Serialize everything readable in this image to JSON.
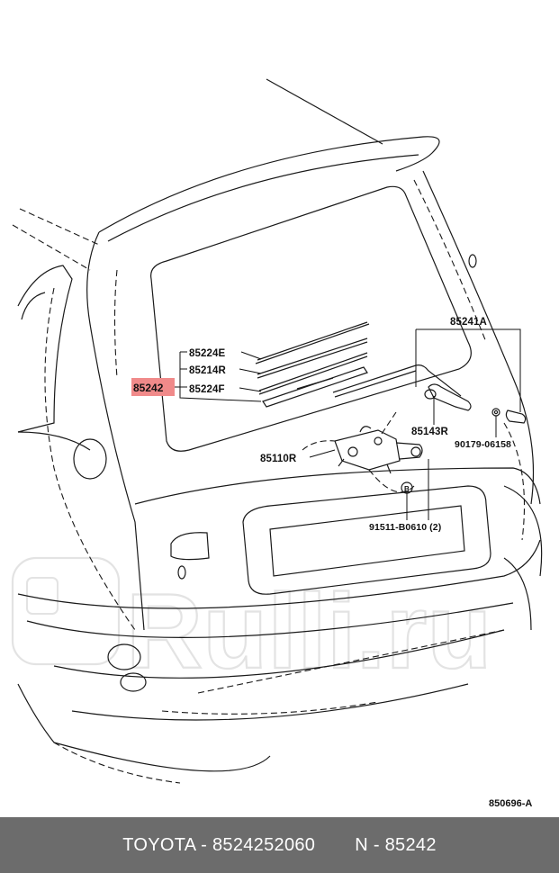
{
  "diagram": {
    "highlight_label": "85242",
    "labels": {
      "p85224E": "85224E",
      "p85214R": "85214R",
      "p85224F": "85224F",
      "p85241A": "85241A",
      "p85143R": "85143R",
      "p90179": "90179-06158",
      "p85110R": "85110R",
      "p91511": "91511-B0610 (2)",
      "callout_b": "B"
    },
    "reference_code": "850696-A",
    "watermark": "Rulli.ru",
    "highlight_color": "#f08a8a"
  },
  "footer": {
    "brand_part": "TOYOTA - 8524252060",
    "ref": "N - 85242"
  }
}
